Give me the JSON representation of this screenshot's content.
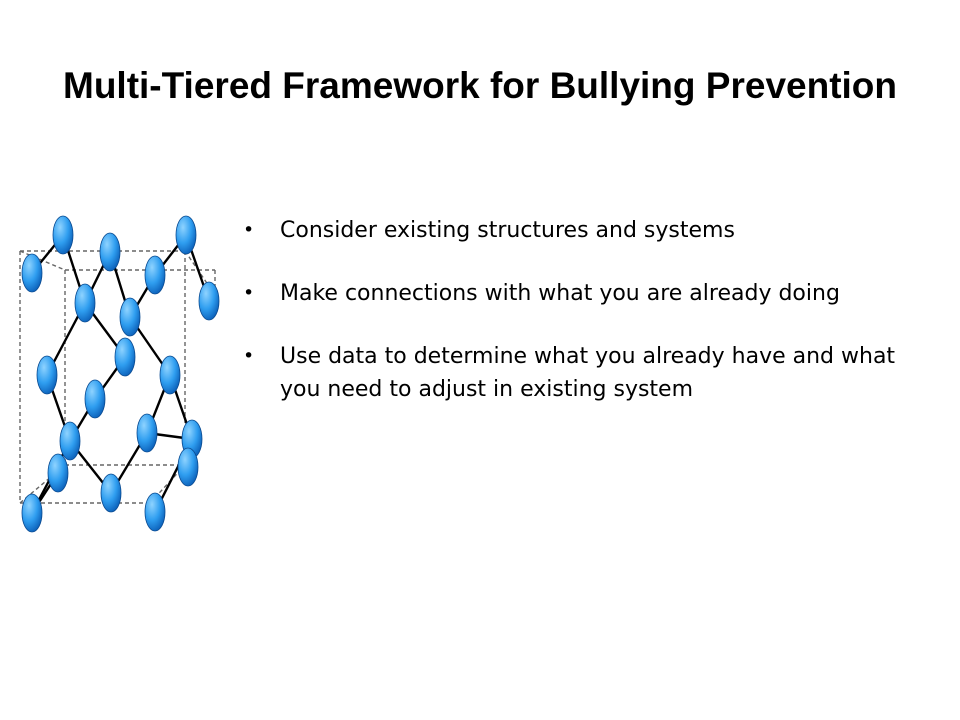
{
  "slide": {
    "title": "Multi-Tiered Framework for Bullying Prevention",
    "bullets": [
      {
        "symbol": "•",
        "text": "Consider existing structures and systems"
      },
      {
        "symbol": "•",
        "text": "Make connections with what you are already doing"
      },
      {
        "symbol": "•",
        "text": "Use data to determine what you already have and what you need to adjust in existing system"
      }
    ],
    "illustration": {
      "icon": "crystal-lattice-icon",
      "atom_color": "#1e88e5",
      "atom_highlight": "#8fd3ff",
      "bond_color": "#000000"
    }
  }
}
